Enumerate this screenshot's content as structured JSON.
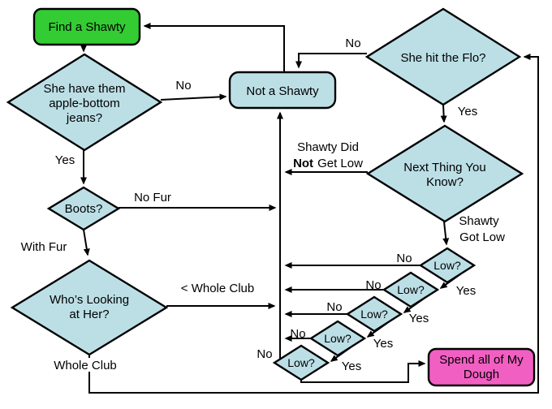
{
  "title": "Find a Shawty flowchart",
  "colors": {
    "start_fill": "#33cc33",
    "decision_fill": "#bcdfe6",
    "process_fill": "#bcdfe6",
    "end_fill": "#f25fc2",
    "line": "#000000",
    "background": "#ffffff"
  },
  "nodes": {
    "find_shawty": {
      "label": "Find a Shawty"
    },
    "apple_jeans": {
      "line1": "She have them",
      "line2": "apple-bottom",
      "line3": "jeans?"
    },
    "not_a_shawty": {
      "label": "Not a Shawty"
    },
    "hit_the_flo": {
      "label": "She hit the Flo?"
    },
    "next_thing": {
      "line1": "Next Thing You",
      "line2": "Know?"
    },
    "boots": {
      "label": "Boots?"
    },
    "whos_looking": {
      "line1": "Who’s Looking",
      "line2": "at Her?"
    },
    "low": {
      "label": "Low?"
    },
    "spend_dough": {
      "line1": "Spend all of My",
      "line2": "Dough"
    }
  },
  "edge_labels": {
    "no": "No",
    "yes": "Yes",
    "no_fur": "No Fur",
    "with_fur": "With Fur",
    "whole_club": "Whole Club",
    "less_than_whole_club": "< Whole Club",
    "shawty_did_line1": "Shawty Did",
    "shawty_did_bold": "Not",
    "shawty_did_rest": "Get Low",
    "shawty_got_line1": "Shawty",
    "shawty_got_line2": "Got Low"
  }
}
